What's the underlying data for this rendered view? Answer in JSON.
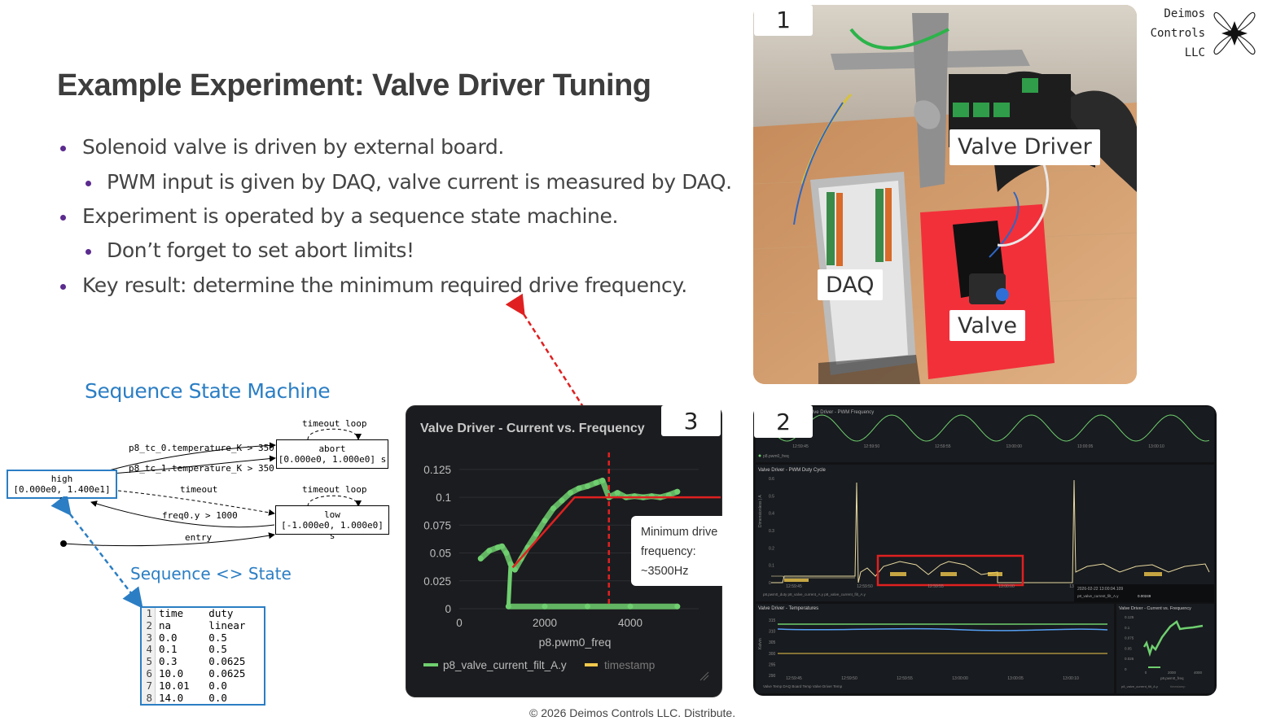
{
  "slide": {
    "title": "Example Experiment: Valve Driver Tuning",
    "footer": "© 2026 Deimos Controls LLC. Distribute."
  },
  "logo": {
    "line1": "Deimos",
    "line2": "Controls",
    "line3": "LLC"
  },
  "bullets": [
    {
      "text": "Solenoid valve is driven by external board.",
      "level": 1
    },
    {
      "text": "PWM input is given by DAQ, valve current is measured by DAQ.",
      "level": 2
    },
    {
      "text": "Experiment is operated by a sequence state machine.",
      "level": 1
    },
    {
      "text": "Don’t forget to set abort limits!",
      "level": 2
    },
    {
      "text": "Key result: determine the minimum required drive frequency.",
      "level": 1
    }
  ],
  "state_machine": {
    "heading": "Sequence State Machine",
    "link_label": "Sequence <> State",
    "states": {
      "high": {
        "name": "high",
        "range": "[0.000e0, 1.400e1] s"
      },
      "abort": {
        "name": "abort",
        "range": "[0.000e0, 1.000e0] s"
      },
      "low": {
        "name": "low",
        "range": "[-1.000e0, 1.000e0] s"
      }
    },
    "transitions": {
      "t1": "p8_tc_0.temperature_K > 350",
      "t2": "p8_tc_1.temperature_K > 350",
      "timeout": "timeout",
      "freq": "freq0.y > 1000",
      "entry": "entry",
      "abort_loop": "timeout loop",
      "low_loop": "timeout loop"
    }
  },
  "sequence_table": {
    "rows": [
      [
        "1",
        "time",
        "duty"
      ],
      [
        "2",
        "na",
        "linear"
      ],
      [
        "3",
        "0.0",
        "0.5"
      ],
      [
        "4",
        "0.1",
        "0.5"
      ],
      [
        "5",
        "0.3",
        "0.0625"
      ],
      [
        "6",
        "10.0",
        "0.0625"
      ],
      [
        "7",
        "10.01",
        "0.0"
      ],
      [
        "8",
        "14.0",
        "0.0"
      ]
    ]
  },
  "photo": {
    "number": "1",
    "labels": {
      "valve_driver": "Valve Driver",
      "daq": "DAQ",
      "valve": "Valve"
    }
  },
  "dashboard": {
    "number": "2",
    "panels": {
      "freq": "Valve Driver - PWM Frequency",
      "duty": "Valve Driver - PWM Duty Cycle",
      "temps": "Valve Driver - Temperatures",
      "mini": "Valve Driver - Current vs. Frequency"
    },
    "legends": {
      "freq": "p8.pwm0_freq",
      "duty_a": "p8.pwm0_duty",
      "duty_b": "p8_valve_current_A.y",
      "duty_c": "p8_valve_current_filt_A.y",
      "t1": "Valve Temp",
      "t2": "DAQ Board Temp",
      "t3": "Valve Driver Temp"
    },
    "duty_ylabel": "Dimensionless | A",
    "temp_ylabel": "Kelvin",
    "tooltip_time": "2026-02-22 13:00:04.109",
    "tooltip_series": "p8_valve_current_filt_A.y",
    "tooltip_value": "0.00249",
    "x_ticks_a": [
      "12:59:45",
      "12:59:50",
      "12:59:55",
      "13:00:00",
      "13:00:05",
      "13:00:10"
    ],
    "x_ticks_b": [
      "12:59:45",
      "12:59:50",
      "12:59:55",
      "13:00:00",
      "13:00:05",
      "13:00:10"
    ],
    "duty_yticks": [
      "0.6",
      "0.5",
      "0.4",
      "0.3",
      "0.2",
      "0.1",
      "0"
    ],
    "temp_yticks": [
      "315",
      "310",
      "305",
      "300",
      "295",
      "290"
    ],
    "mini_yticks": [
      "0.125",
      "0.1",
      "0.075",
      "0.05",
      "0.025",
      "0"
    ],
    "mini_xticks": [
      "0",
      "2000",
      "4000"
    ],
    "mini_xlabel": "p8.pwm0_freq",
    "mini_legend_a": "p8_valve_current_filt_A.y",
    "mini_legend_b": "timestamp"
  },
  "chart_panel": {
    "number": "3",
    "callout": {
      "line1": "Minimum drive",
      "line2": "frequency:",
      "line3": "~3500Hz"
    }
  },
  "chart_data": {
    "type": "scatter",
    "title": "Valve Driver - Current vs. Frequency",
    "xlabel": "p8.pwm0_freq",
    "ylabel": "",
    "xlim": [
      0,
      5600
    ],
    "ylim": [
      0,
      0.13
    ],
    "x_ticks": [
      0,
      2000,
      4000
    ],
    "y_ticks": [
      0,
      0.025,
      0.05,
      0.075,
      0.1,
      0.125
    ],
    "y_tick_labels": [
      "0",
      "0.025",
      "0.05",
      "0.075",
      "0.1",
      "0.125"
    ],
    "x_tick_labels": [
      "0",
      "2000",
      "4000"
    ],
    "legend": "bottom",
    "series": [
      {
        "name": "p8_valve_current_filt_A.y",
        "color": "#6fcf6f",
        "x": [
          500,
          700,
          900,
          1000,
          1100,
          1200,
          1300,
          1450,
          1600,
          1800,
          2000,
          2200,
          2400,
          2600,
          2800,
          3000,
          3200,
          3350,
          3500,
          3700,
          3900,
          4100,
          4300,
          4500,
          4700,
          4900,
          5100
        ],
        "y": [
          0.045,
          0.052,
          0.055,
          0.056,
          0.05,
          0.04,
          0.035,
          0.045,
          0.055,
          0.067,
          0.079,
          0.09,
          0.097,
          0.104,
          0.108,
          0.11,
          0.113,
          0.115,
          0.1,
          0.104,
          0.1,
          0.101,
          0.1,
          0.101,
          0.1,
          0.102,
          0.105
        ]
      },
      {
        "name": "p8_valve_current_filt_A.y (floor)",
        "color": "#6fcf6f",
        "x": [
          1150,
          2000,
          3000,
          4000,
          5100
        ],
        "y": [
          0.002,
          0.002,
          0.002,
          0.002,
          0.002
        ]
      },
      {
        "name": "timestamp",
        "color": "#f2c94c",
        "x": [],
        "y": []
      }
    ],
    "annotation": {
      "text": "Minimum drive frequency: ~3500Hz",
      "x": 3500
    }
  }
}
